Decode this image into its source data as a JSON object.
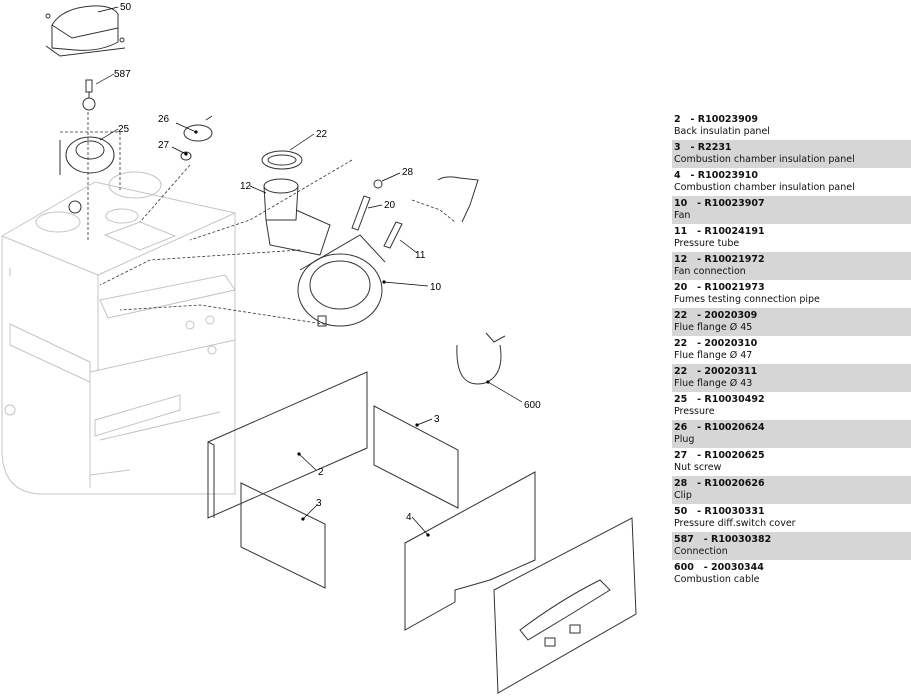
{
  "diagram": {
    "callouts": {
      "50": "50",
      "587": "587",
      "25": "25",
      "26": "26",
      "27": "27",
      "22": "22",
      "12": "12",
      "28": "28",
      "20": "20",
      "11": "11",
      "10": "10",
      "600": "600",
      "2": "2",
      "3a": "3",
      "3b": "3",
      "4": "4"
    }
  },
  "parts_list": [
    {
      "number": "2",
      "code": "R10023909",
      "description": "Back insulatin panel"
    },
    {
      "number": "3",
      "code": "R2231",
      "description": "Combustion chamber insulation panel"
    },
    {
      "number": "4",
      "code": "R10023910",
      "description": "Combustion chamber insulation panel"
    },
    {
      "number": "10",
      "code": "R10023907",
      "description": "Fan"
    },
    {
      "number": "11",
      "code": "R10024191",
      "description": "Pressure tube"
    },
    {
      "number": "12",
      "code": "R10021972",
      "description": "Fan connection"
    },
    {
      "number": "20",
      "code": "R10021973",
      "description": "Fumes testing connection pipe"
    },
    {
      "number": "22",
      "code": "20020309",
      "description": "Flue flange Ø 45"
    },
    {
      "number": "22",
      "code": "20020310",
      "description": "Flue flange Ø 47"
    },
    {
      "number": "22",
      "code": "20020311",
      "description": "Flue flange Ø 43"
    },
    {
      "number": "25",
      "code": "R10030492",
      "description": "Pressure"
    },
    {
      "number": "26",
      "code": "R10020624",
      "description": "Plug"
    },
    {
      "number": "27",
      "code": "R10020625",
      "description": "Nut screw"
    },
    {
      "number": "28",
      "code": "R10020626",
      "description": "Clip"
    },
    {
      "number": "50",
      "code": "R10030331",
      "description": "Pressure diff.switch cover"
    },
    {
      "number": "587",
      "code": "R10030382",
      "description": "Connection"
    },
    {
      "number": "600",
      "code": "20030344",
      "description": "Combustion cable"
    }
  ]
}
